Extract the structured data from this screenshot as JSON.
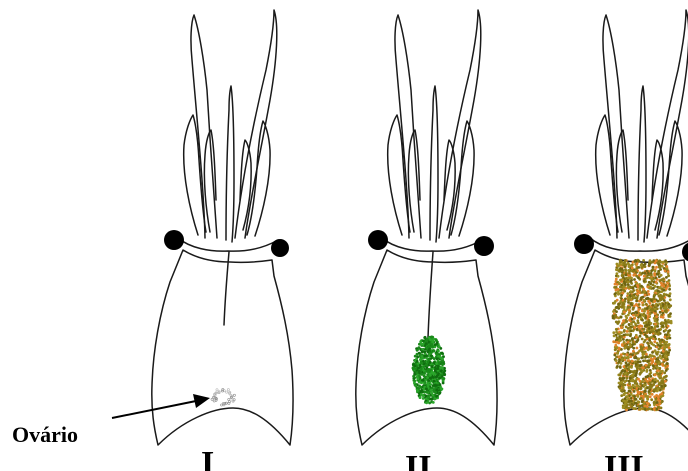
{
  "labels": {
    "callout": "Ovário",
    "stage_1": "I",
    "stage_2": "II",
    "stage_3": "III"
  },
  "colors": {
    "stage_1_ovary": "#b8b8b8",
    "stage_2_ovary": "#1a8a1a",
    "stage_3_ovary_base": "#8a7a18",
    "stage_3_ovary_accent": "#e0822a",
    "outline": "#1a1a1a",
    "eye": "#000000"
  },
  "stages": [
    {
      "label_key": "stage_1",
      "ovary": "small-white-dots"
    },
    {
      "label_key": "stage_2",
      "ovary": "medium-green"
    },
    {
      "label_key": "stage_3",
      "ovary": "large-olive-orange"
    }
  ]
}
